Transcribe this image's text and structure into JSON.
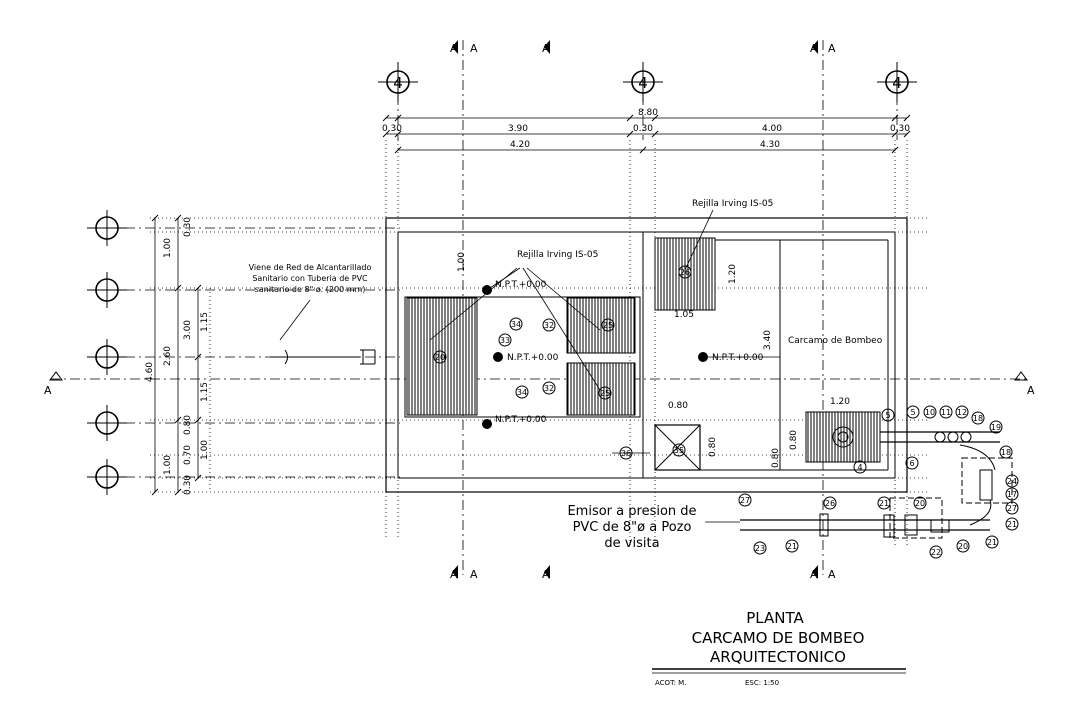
{
  "axis_labels": {
    "col_bubble": "4",
    "row_bubble": "",
    "section_cut": "A",
    "section_mark": "A"
  },
  "dimensions": {
    "top_total": "8.80",
    "top_row1": [
      "0.30",
      "3.90",
      "0.30",
      "4.00",
      "0.30"
    ],
    "top_row2": [
      "4.20",
      "4.30"
    ],
    "left_outer": [
      "0.30",
      "1.00",
      "0.70",
      "0.80",
      "1.00"
    ],
    "left_mid": "3.00",
    "left_total": "4.60",
    "left_inner": "2.60",
    "left_small": [
      "1.15",
      "1.15",
      "1.00",
      "1.00"
    ],
    "inner": {
      "grate_h": "1.20",
      "grate_w": "1.05",
      "wet_h": "3.40",
      "pump_w": "1.20",
      "pump_h": "0.80",
      "pump_h2": "0.80",
      "box_w": "0.80",
      "box_h": "0.80",
      "left_1": "1.00"
    }
  },
  "labels": {
    "inflow_note": [
      "Viene de Red de Alcantarillado",
      "Sanitario con Tuberia de PVC",
      "sanitario de 8\" ø. (200 mm)"
    ],
    "grate1": "Rejilla Irving IS-05",
    "grate2": "Rejilla Irving IS-05",
    "npt": [
      "N.P.T.+0.00",
      "N.P.T.+0.00",
      "N.P.T.+0.00",
      "N.P.T.+0.00"
    ],
    "wet_well": "Carcamo de Bombeo",
    "emisor": [
      "Emisor a presion de",
      "PVC de 8\"ø a Pozo",
      "de visita"
    ]
  },
  "callouts": [
    "20",
    "25",
    "26",
    "32",
    "32",
    "33",
    "34",
    "34",
    "25",
    "35",
    "36",
    "4",
    "5",
    "5",
    "6",
    "10",
    "11",
    "12",
    "18",
    "19",
    "18",
    "24",
    "17",
    "27",
    "21",
    "21",
    "20",
    "22",
    "21",
    "20",
    "27",
    "26",
    "21",
    "23"
  ],
  "title": {
    "line1": "PLANTA",
    "line2": "CARCAMO DE BOMBEO",
    "line3": "ARQUITECTONICO",
    "acot": "ACOT: M.",
    "esc": "ESC: 1:50"
  }
}
